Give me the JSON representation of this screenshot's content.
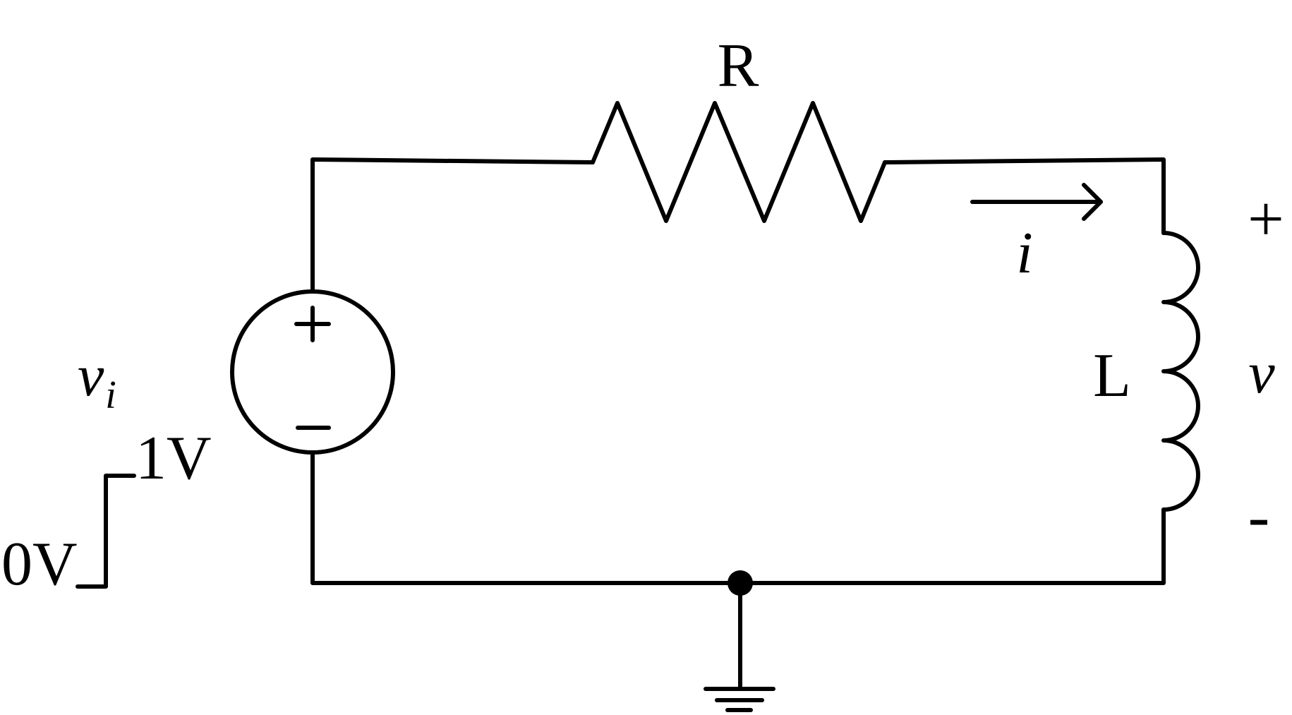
{
  "diagram": {
    "resistor_label": "R",
    "inductor_label": "L",
    "current_label": "i",
    "source_voltage_label": "v",
    "source_voltage_subscript": "i",
    "output_voltage_label": "v",
    "output_plus": "+",
    "output_minus": "-",
    "step_high_label": "1V",
    "step_low_label": "0V"
  }
}
